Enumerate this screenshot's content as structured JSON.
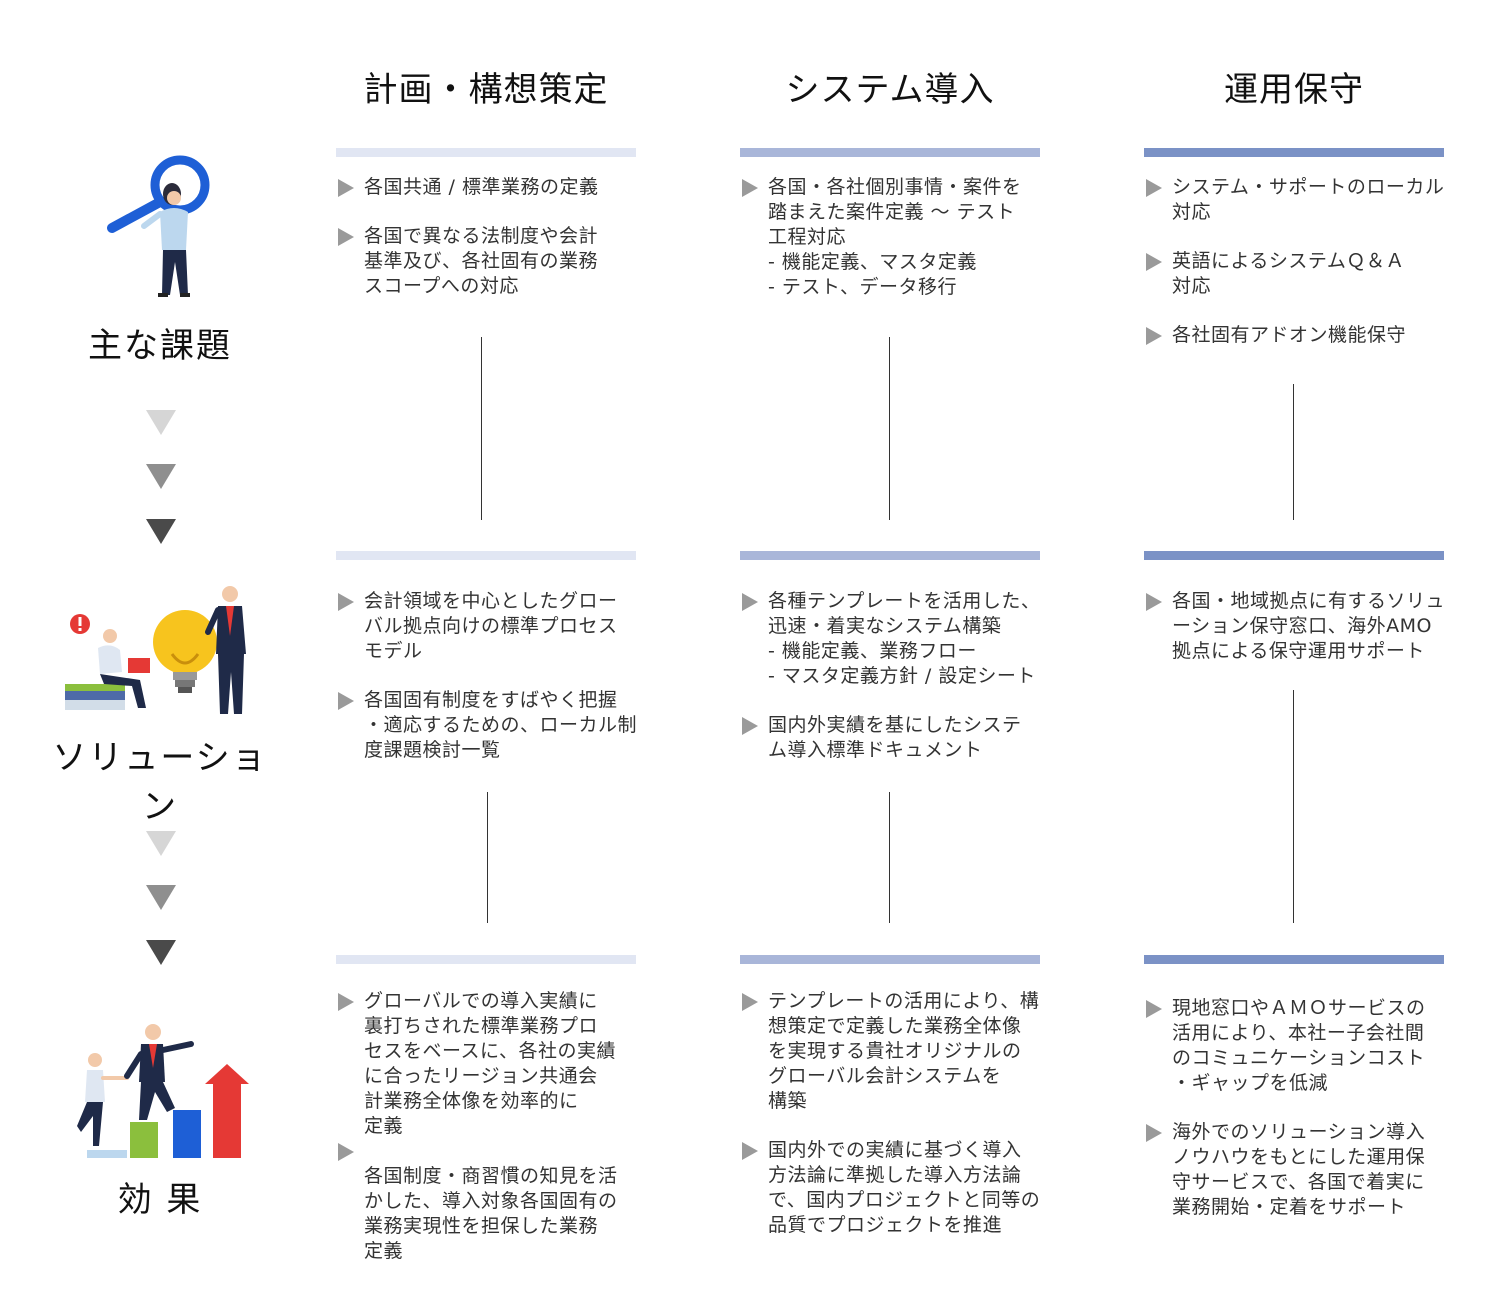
{
  "columns": [
    {
      "title": "計画・構想策定"
    },
    {
      "title": "システム導入"
    },
    {
      "title": "運用保守"
    }
  ],
  "rows": [
    {
      "label": "主な課題",
      "cells": [
        [
          "各国共通 / 標準業務の定義",
          "各国で異なる法制度や会計\n基準及び、各社固有の業務\nスコープへの対応"
        ],
        [
          "各国・各社個別事情・案件を\n踏まえた案件定義 ～ テスト\n工程対応\n- 機能定義、マスタ定義\n- テスト、データ移行"
        ],
        [
          "システム・サポートのローカル\n対応",
          "英語によるシステムＱ＆Ａ\n対応",
          "各社固有アドオン機能保守"
        ]
      ]
    },
    {
      "label": "ソリューション",
      "cells": [
        [
          "会計領域を中心としたグロー\nバル拠点向けの標準プロセス\nモデル",
          "各国固有制度をすばやく把握\n・適応するための、ローカル制\n度課題検討一覧"
        ],
        [
          "各種テンプレートを活用した、\n迅速・着実なシステム構築\n- 機能定義、業務フロー\n- マスタ定義方針 / 設定シート",
          "国内外実績を基にしたシステ\nム導入標準ドキュメント"
        ],
        [
          "各国・地域拠点に有するソリュ\nーション保守窓口、海外AMO\n拠点による保守運用サポート"
        ]
      ]
    },
    {
      "label": "効 果",
      "cells": [
        [
          "グローバルでの導入実績に\n裏打ちされた標準業務プロ\nセスをベースに、各社の実績\nに合ったリージョン共通会\n計業務全体像を効率的に\n定義",
          "\n各国制度・商習慣の知見を活\nかした、導入対象各国固有の\n業務実現性を担保した業務\n定義"
        ],
        [
          "テンプレートの活用により、構\n想策定で定義した業務全体像\nを実現する貴社オリジナルの\nグローバル会計システムを\n構築",
          "国内外での実績に基づく導入\n方法論に準拠した導入方法論\nで、国内プロジェクトと同等の\n品質でプロジェクトを推進"
        ],
        [
          "現地窓口やＡＭＯサービスの\n活用により、本社ー子会社間\nのコミュニケーションコスト\n・ギャップを低減",
          "海外でのソリューション導入\nノウハウをもとにした運用保\n守サービスで、各国で着実に\n業務開始・定着をサポート"
        ]
      ]
    }
  ]
}
